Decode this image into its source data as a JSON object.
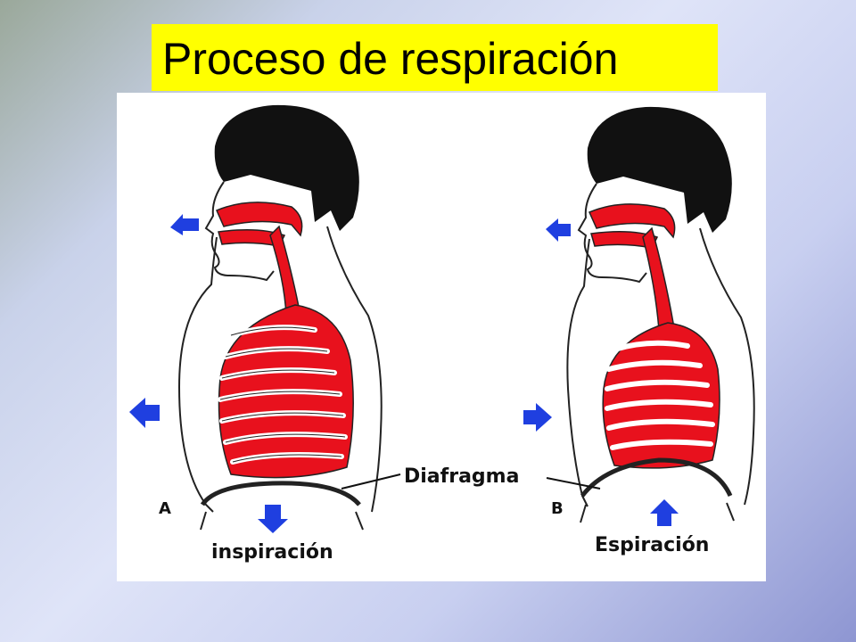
{
  "title": "Proceso de respiración",
  "labels": {
    "diafragma": "Diafragma",
    "inspiracion": "inspiración",
    "espiracion": "Espiración",
    "panel_a": "A",
    "panel_b": "B"
  },
  "colors": {
    "title_bg": "#ffff00",
    "airway_red": "#e8111d",
    "arrow_blue": "#1f3fe0",
    "hair": "#111111"
  },
  "icons": [
    "arrow-left-icon",
    "arrow-right-icon",
    "arrow-down-icon",
    "arrow-up-icon"
  ]
}
